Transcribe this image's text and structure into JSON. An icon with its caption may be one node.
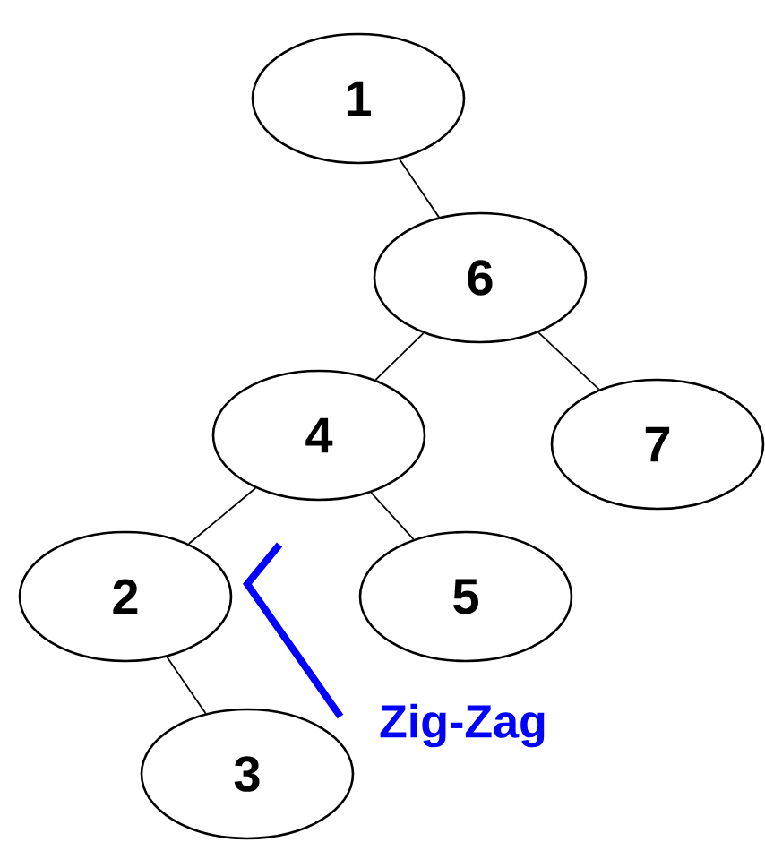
{
  "diagram": {
    "nodes": [
      {
        "text": [
          "1"
        ]
      },
      {
        "text": [
          "6"
        ]
      },
      {
        "text": [
          "4"
        ]
      },
      {
        "text": [
          "7"
        ]
      },
      {
        "text": [
          "2"
        ]
      },
      {
        "text": [
          "5"
        ]
      },
      {
        "text": [
          "3"
        ]
      }
    ],
    "edges": [
      {
        "from": 0,
        "to": 1,
        "arrow": "none"
      },
      {
        "from": 1,
        "to": 2,
        "arrow": "none"
      },
      {
        "from": 1,
        "to": 3,
        "arrow": "none"
      },
      {
        "from": 2,
        "to": 4,
        "arrow": "none"
      },
      {
        "from": 2,
        "to": 5,
        "arrow": "none"
      },
      {
        "from": 4,
        "to": 6,
        "arrow": "none"
      }
    ],
    "labels": [
      "Zig-Zag"
    ]
  }
}
